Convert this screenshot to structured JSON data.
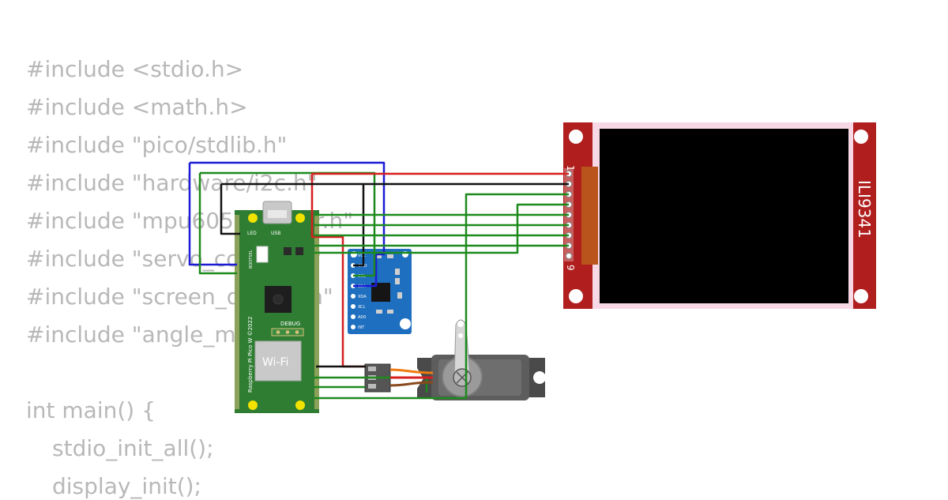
{
  "code_lines": [
    "#include <stdio.h>",
    "#include <math.h>",
    "#include \"pico/stdlib.h\"",
    "#include \"hardware/i2c.h\"",
    "#include \"mpu6050_driver.h\"",
    "#include \"servo_control.h\"",
    "#include \"screen_display.h\"",
    "#include \"angle_math.h\"",
    "",
    "int main() {",
    "stdio_init_all();",
    "display_init();"
  ],
  "pico": {
    "board_label": "Raspberry Pi Pico W ©2022",
    "wifi_label": "Wi-Fi",
    "debug_label": "DEBUG",
    "led_label": "LED",
    "usb_label": "USB",
    "bootsel_label": "BOOTSEL",
    "color": "#2f7d32"
  },
  "mpu": {
    "pin_labels": [
      "VCC",
      "GND",
      "SCL",
      "SDA",
      "XDA",
      "XCL",
      "AD0",
      "INT"
    ],
    "color": "#1f6fc0"
  },
  "tft": {
    "model_label": "ILI9341",
    "pin_first_label": "1",
    "pin_last_label": "9",
    "color": "#b01e1e"
  },
  "servo": {
    "color": "#5d5d5d"
  },
  "wire_colors": {
    "red": "#d81f1f",
    "black": "#111111",
    "blue": "#1b1bd6",
    "green": "#1d8a1d",
    "orange": "#f07a10",
    "brown": "#8a4a1c"
  }
}
